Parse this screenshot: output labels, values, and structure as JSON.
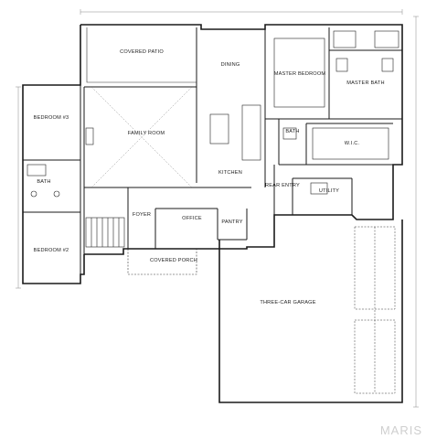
{
  "rooms": {
    "covered_patio": "COVERED PATIO",
    "dining": "DINING",
    "master_bedroom": "MASTER BEDROOM",
    "master_bath": "MASTER BATH",
    "bedroom3": "BEDROOM #3",
    "bath": "BATH",
    "bedroom2": "BEDROOM #2",
    "family_room": "FAMILY ROOM",
    "kitchen": "KITCHEN",
    "bath_small": "BATH",
    "wic": "W.I.C.",
    "rear_entry": "REAR ENTRY",
    "utility": "UTILITY",
    "foyer": "FOYER",
    "office": "OFFICE",
    "pantry": "PANTRY",
    "covered_porch": "COVERED PORCH",
    "garage": "THREE-CAR GARAGE"
  },
  "watermark": "MARIS"
}
